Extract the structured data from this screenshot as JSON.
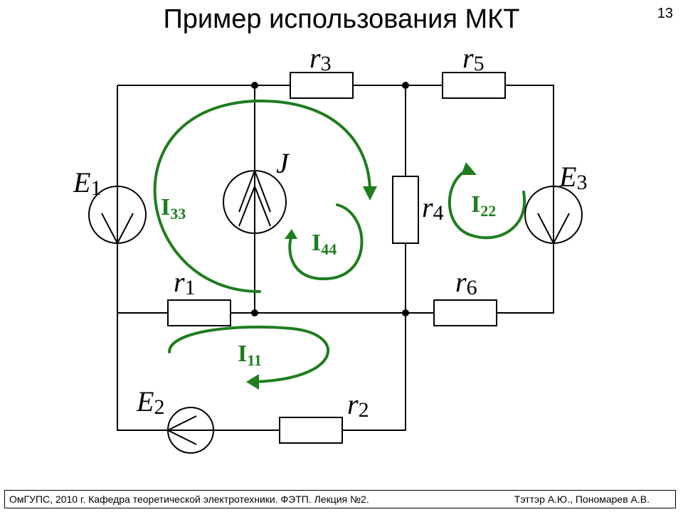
{
  "slide": {
    "title": "Пример использования МКТ",
    "page_number": "13"
  },
  "footer": {
    "left": "ОмГУПС, 2010 г. Кафедра теоретической электротехники. ФЭТП. Лекция №2.",
    "right": "Тэттэр А.Ю., Пономарев А.В."
  },
  "colors": {
    "wire": "#000000",
    "loop_current": "#1e7d1e"
  },
  "circuit": {
    "resistors": [
      {
        "letter": "r",
        "index": "1"
      },
      {
        "letter": "r",
        "index": "2"
      },
      {
        "letter": "r",
        "index": "3"
      },
      {
        "letter": "r",
        "index": "4"
      },
      {
        "letter": "r",
        "index": "5"
      },
      {
        "letter": "r",
        "index": "6"
      }
    ],
    "sources": [
      {
        "letter": "E",
        "index": "1"
      },
      {
        "letter": "E",
        "index": "2"
      },
      {
        "letter": "E",
        "index": "3"
      }
    ],
    "current_source": {
      "letter": "J"
    },
    "loop_currents": [
      {
        "letter": "I",
        "index": "11"
      },
      {
        "letter": "I",
        "index": "22"
      },
      {
        "letter": "I",
        "index": "33"
      },
      {
        "letter": "I",
        "index": "44"
      }
    ]
  }
}
